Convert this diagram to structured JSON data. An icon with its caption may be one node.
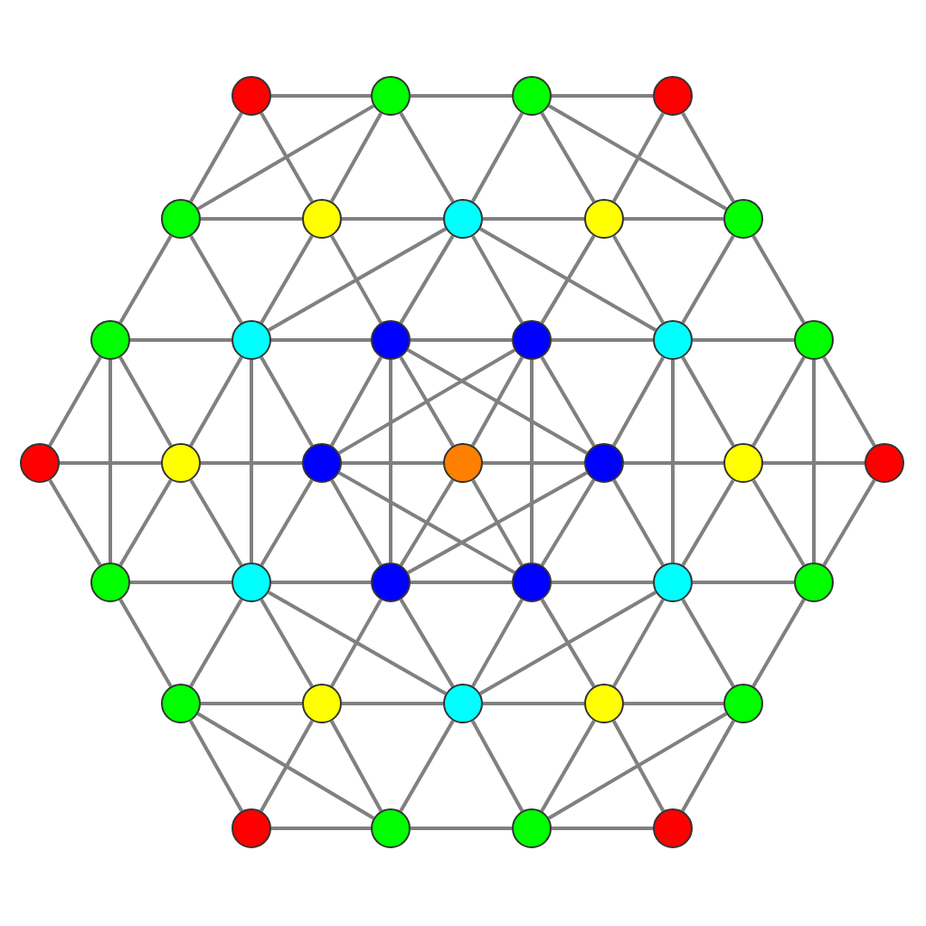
{
  "diagram": {
    "nodes": [
      {
        "text": [],
        "shape": "circle"
      },
      {
        "text": [],
        "shape": "circle"
      },
      {
        "text": [],
        "shape": "circle"
      },
      {
        "text": [],
        "shape": "circle"
      },
      {
        "text": [],
        "shape": "circle"
      },
      {
        "text": [],
        "shape": "circle"
      },
      {
        "text": [],
        "shape": "circle"
      },
      {
        "text": [],
        "shape": "circle"
      },
      {
        "text": [],
        "shape": "circle"
      },
      {
        "text": [],
        "shape": "circle"
      },
      {
        "text": [],
        "shape": "circle"
      },
      {
        "text": [],
        "shape": "circle"
      },
      {
        "text": [],
        "shape": "circle"
      },
      {
        "text": [],
        "shape": "circle"
      },
      {
        "text": [],
        "shape": "circle"
      },
      {
        "text": [],
        "shape": "circle"
      },
      {
        "text": [],
        "shape": "circle"
      },
      {
        "text": [],
        "shape": "circle"
      },
      {
        "text": [],
        "shape": "circle"
      },
      {
        "text": [],
        "shape": "circle"
      },
      {
        "text": [],
        "shape": "circle"
      },
      {
        "text": [],
        "shape": "circle"
      },
      {
        "text": [],
        "shape": "circle"
      },
      {
        "text": [],
        "shape": "circle"
      },
      {
        "text": [],
        "shape": "circle"
      },
      {
        "text": [],
        "shape": "circle"
      },
      {
        "text": [],
        "shape": "circle"
      },
      {
        "text": [],
        "shape": "circle"
      },
      {
        "text": [],
        "shape": "circle"
      },
      {
        "text": [],
        "shape": "circle"
      },
      {
        "text": [],
        "shape": "circle"
      },
      {
        "text": [],
        "shape": "circle"
      },
      {
        "text": [],
        "shape": "circle"
      },
      {
        "text": [],
        "shape": "circle"
      },
      {
        "text": [],
        "shape": "circle"
      },
      {
        "text": [],
        "shape": "circle"
      },
      {
        "text": [],
        "shape": "circle"
      }
    ],
    "edges": [
      {
        "from": 0,
        "to": 1,
        "arrow": "none"
      },
      {
        "from": 0,
        "to": 4,
        "arrow": "none"
      },
      {
        "from": 0,
        "to": 5,
        "arrow": "none"
      },
      {
        "from": 1,
        "to": 2,
        "arrow": "none"
      },
      {
        "from": 1,
        "to": 4,
        "arrow": "none"
      },
      {
        "from": 1,
        "to": 5,
        "arrow": "none"
      },
      {
        "from": 1,
        "to": 6,
        "arrow": "none"
      },
      {
        "from": 2,
        "to": 3,
        "arrow": "none"
      },
      {
        "from": 2,
        "to": 6,
        "arrow": "none"
      },
      {
        "from": 2,
        "to": 7,
        "arrow": "none"
      },
      {
        "from": 2,
        "to": 8,
        "arrow": "none"
      },
      {
        "from": 3,
        "to": 7,
        "arrow": "none"
      },
      {
        "from": 3,
        "to": 8,
        "arrow": "none"
      },
      {
        "from": 4,
        "to": 5,
        "arrow": "none"
      },
      {
        "from": 4,
        "to": 9,
        "arrow": "none"
      },
      {
        "from": 4,
        "to": 10,
        "arrow": "none"
      },
      {
        "from": 5,
        "to": 6,
        "arrow": "none"
      },
      {
        "from": 5,
        "to": 10,
        "arrow": "none"
      },
      {
        "from": 5,
        "to": 11,
        "arrow": "none"
      },
      {
        "from": 6,
        "to": 7,
        "arrow": "none"
      },
      {
        "from": 6,
        "to": 10,
        "arrow": "none"
      },
      {
        "from": 6,
        "to": 11,
        "arrow": "none"
      },
      {
        "from": 6,
        "to": 12,
        "arrow": "none"
      },
      {
        "from": 6,
        "to": 13,
        "arrow": "none"
      },
      {
        "from": 7,
        "to": 8,
        "arrow": "none"
      },
      {
        "from": 7,
        "to": 12,
        "arrow": "none"
      },
      {
        "from": 7,
        "to": 13,
        "arrow": "none"
      },
      {
        "from": 8,
        "to": 13,
        "arrow": "none"
      },
      {
        "from": 8,
        "to": 14,
        "arrow": "none"
      },
      {
        "from": 9,
        "to": 10,
        "arrow": "none"
      },
      {
        "from": 9,
        "to": 15,
        "arrow": "none"
      },
      {
        "from": 9,
        "to": 16,
        "arrow": "none"
      },
      {
        "from": 9,
        "to": 22,
        "arrow": "none"
      },
      {
        "from": 10,
        "to": 11,
        "arrow": "none"
      },
      {
        "from": 10,
        "to": 16,
        "arrow": "none"
      },
      {
        "from": 10,
        "to": 17,
        "arrow": "none"
      },
      {
        "from": 10,
        "to": 23,
        "arrow": "none"
      },
      {
        "from": 11,
        "to": 12,
        "arrow": "none"
      },
      {
        "from": 11,
        "to": 17,
        "arrow": "none"
      },
      {
        "from": 11,
        "to": 18,
        "arrow": "none"
      },
      {
        "from": 11,
        "to": 19,
        "arrow": "none"
      },
      {
        "from": 11,
        "to": 24,
        "arrow": "none"
      },
      {
        "from": 12,
        "to": 13,
        "arrow": "none"
      },
      {
        "from": 12,
        "to": 17,
        "arrow": "none"
      },
      {
        "from": 12,
        "to": 18,
        "arrow": "none"
      },
      {
        "from": 12,
        "to": 19,
        "arrow": "none"
      },
      {
        "from": 12,
        "to": 25,
        "arrow": "none"
      },
      {
        "from": 13,
        "to": 14,
        "arrow": "none"
      },
      {
        "from": 13,
        "to": 19,
        "arrow": "none"
      },
      {
        "from": 13,
        "to": 20,
        "arrow": "none"
      },
      {
        "from": 13,
        "to": 26,
        "arrow": "none"
      },
      {
        "from": 14,
        "to": 20,
        "arrow": "none"
      },
      {
        "from": 14,
        "to": 21,
        "arrow": "none"
      },
      {
        "from": 14,
        "to": 27,
        "arrow": "none"
      },
      {
        "from": 15,
        "to": 16,
        "arrow": "none"
      },
      {
        "from": 15,
        "to": 22,
        "arrow": "none"
      },
      {
        "from": 16,
        "to": 17,
        "arrow": "none"
      },
      {
        "from": 16,
        "to": 22,
        "arrow": "none"
      },
      {
        "from": 16,
        "to": 23,
        "arrow": "none"
      },
      {
        "from": 17,
        "to": 18,
        "arrow": "none"
      },
      {
        "from": 17,
        "to": 23,
        "arrow": "none"
      },
      {
        "from": 17,
        "to": 24,
        "arrow": "none"
      },
      {
        "from": 17,
        "to": 25,
        "arrow": "none"
      },
      {
        "from": 18,
        "to": 19,
        "arrow": "none"
      },
      {
        "from": 18,
        "to": 24,
        "arrow": "none"
      },
      {
        "from": 18,
        "to": 25,
        "arrow": "none"
      },
      {
        "from": 19,
        "to": 20,
        "arrow": "none"
      },
      {
        "from": 19,
        "to": 24,
        "arrow": "none"
      },
      {
        "from": 19,
        "to": 25,
        "arrow": "none"
      },
      {
        "from": 19,
        "to": 26,
        "arrow": "none"
      },
      {
        "from": 20,
        "to": 21,
        "arrow": "none"
      },
      {
        "from": 20,
        "to": 26,
        "arrow": "none"
      },
      {
        "from": 20,
        "to": 27,
        "arrow": "none"
      },
      {
        "from": 21,
        "to": 27,
        "arrow": "none"
      },
      {
        "from": 22,
        "to": 23,
        "arrow": "none"
      },
      {
        "from": 22,
        "to": 28,
        "arrow": "none"
      },
      {
        "from": 23,
        "to": 24,
        "arrow": "none"
      },
      {
        "from": 23,
        "to": 28,
        "arrow": "none"
      },
      {
        "from": 23,
        "to": 29,
        "arrow": "none"
      },
      {
        "from": 23,
        "to": 30,
        "arrow": "none"
      },
      {
        "from": 24,
        "to": 25,
        "arrow": "none"
      },
      {
        "from": 24,
        "to": 29,
        "arrow": "none"
      },
      {
        "from": 24,
        "to": 30,
        "arrow": "none"
      },
      {
        "from": 25,
        "to": 26,
        "arrow": "none"
      },
      {
        "from": 25,
        "to": 30,
        "arrow": "none"
      },
      {
        "from": 25,
        "to": 31,
        "arrow": "none"
      },
      {
        "from": 26,
        "to": 27,
        "arrow": "none"
      },
      {
        "from": 26,
        "to": 30,
        "arrow": "none"
      },
      {
        "from": 26,
        "to": 31,
        "arrow": "none"
      },
      {
        "from": 26,
        "to": 32,
        "arrow": "none"
      },
      {
        "from": 27,
        "to": 32,
        "arrow": "none"
      },
      {
        "from": 28,
        "to": 29,
        "arrow": "none"
      },
      {
        "from": 28,
        "to": 33,
        "arrow": "none"
      },
      {
        "from": 28,
        "to": 34,
        "arrow": "none"
      },
      {
        "from": 29,
        "to": 30,
        "arrow": "none"
      },
      {
        "from": 29,
        "to": 33,
        "arrow": "none"
      },
      {
        "from": 29,
        "to": 34,
        "arrow": "none"
      },
      {
        "from": 30,
        "to": 31,
        "arrow": "none"
      },
      {
        "from": 30,
        "to": 34,
        "arrow": "none"
      },
      {
        "from": 30,
        "to": 35,
        "arrow": "none"
      },
      {
        "from": 31,
        "to": 32,
        "arrow": "none"
      },
      {
        "from": 31,
        "to": 35,
        "arrow": "none"
      },
      {
        "from": 31,
        "to": 36,
        "arrow": "none"
      },
      {
        "from": 32,
        "to": 35,
        "arrow": "none"
      },
      {
        "from": 32,
        "to": 36,
        "arrow": "none"
      },
      {
        "from": 33,
        "to": 34,
        "arrow": "none"
      },
      {
        "from": 34,
        "to": 35,
        "arrow": "none"
      },
      {
        "from": 35,
        "to": 36,
        "arrow": "none"
      }
    ]
  }
}
